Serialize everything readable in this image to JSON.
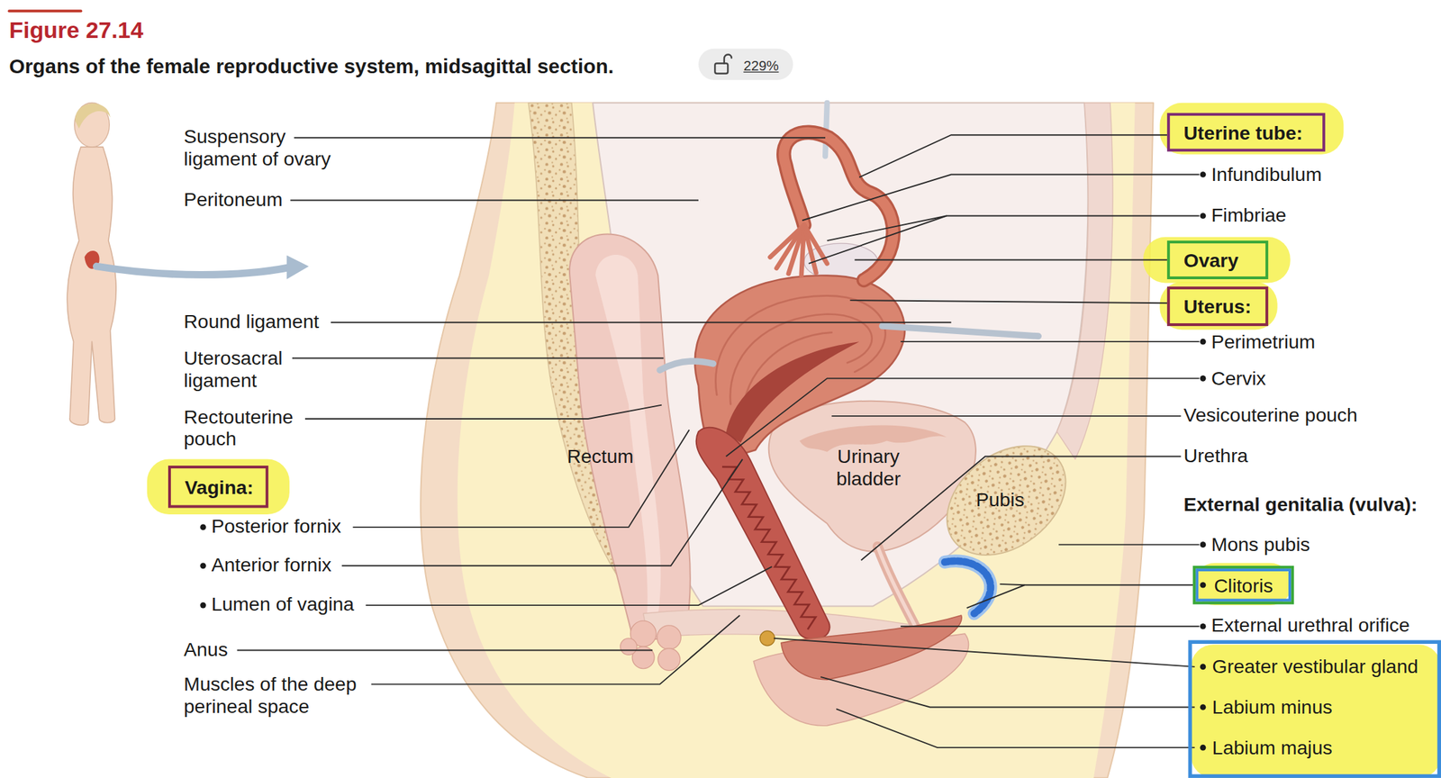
{
  "diagram": {
    "title": "Organs of the female reproductive system, midsagittal section.",
    "nodes": [
      {
        "text": [
          "Uterine tube:"
        ]
      },
      {
        "text": [
          "Ovary"
        ]
      },
      {
        "text": [
          "Uterus:"
        ]
      },
      {
        "text": [
          "Vagina:"
        ]
      },
      {
        "text": [
          "Clitoris"
        ]
      },
      {
        "text": [
          "Greater vestibular gland",
          "Labium minus",
          "Labium majus"
        ]
      }
    ],
    "labels": [
      "Figure 27.14",
      "229%",
      "Suspensory ligament of ovary",
      "Peritoneum",
      "Round ligament",
      "Uterosacral ligament",
      "Rectouterine pouch",
      "Posterior fornix",
      "Anterior fornix",
      "Lumen of vagina",
      "Anus",
      "Muscles of the deep perineal space",
      "Rectum",
      "Urinary bladder",
      "Pubis",
      "Infundibulum",
      "Fimbriae",
      "Perimetrium",
      "Cervix",
      "Vesicouterine pouch",
      "Urethra",
      "External genitalia (vulva):",
      "Mons pubis",
      "External urethral orifice"
    ]
  }
}
